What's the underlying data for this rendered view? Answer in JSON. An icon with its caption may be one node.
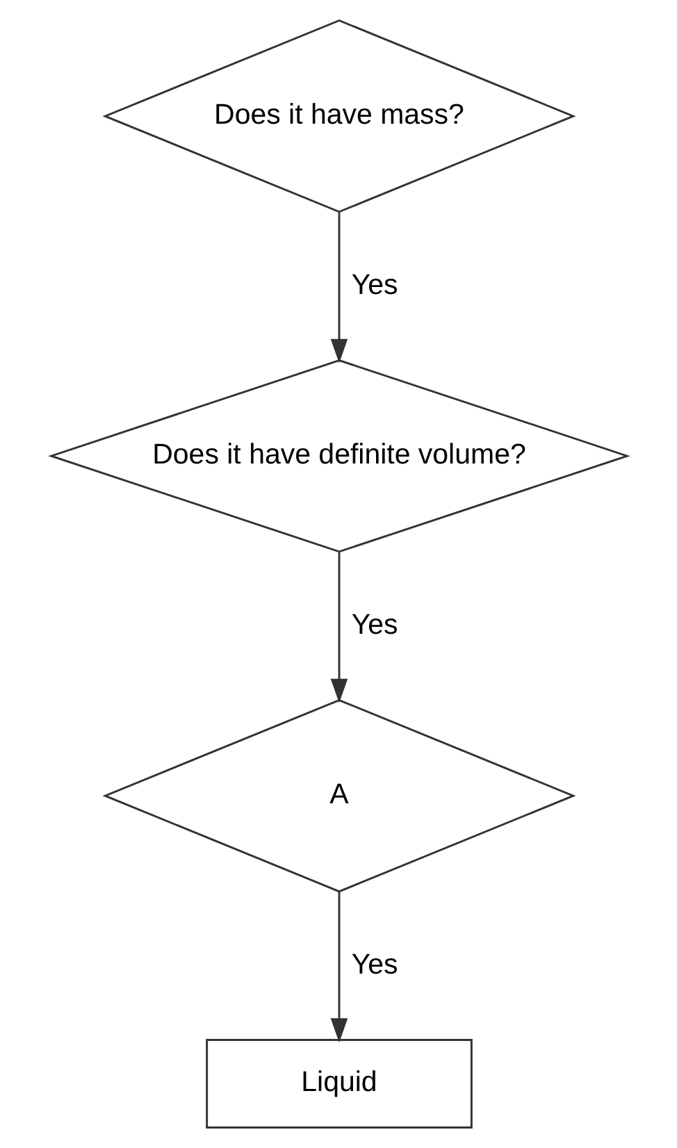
{
  "diagram": {
    "nodes": [
      {
        "text": [
          "Does it have mass?"
        ]
      },
      {
        "text": [
          "Does it have definite volume?"
        ]
      },
      {
        "text": [
          "A"
        ]
      },
      {
        "text": [
          "Liquid"
        ]
      }
    ],
    "edges": [
      {
        "from": 0,
        "to": 1,
        "arrow": "to",
        "label": "Yes"
      },
      {
        "from": 1,
        "to": 2,
        "arrow": "to",
        "label": "Yes"
      },
      {
        "from": 2,
        "to": 3,
        "arrow": "to",
        "label": "Yes"
      }
    ]
  }
}
